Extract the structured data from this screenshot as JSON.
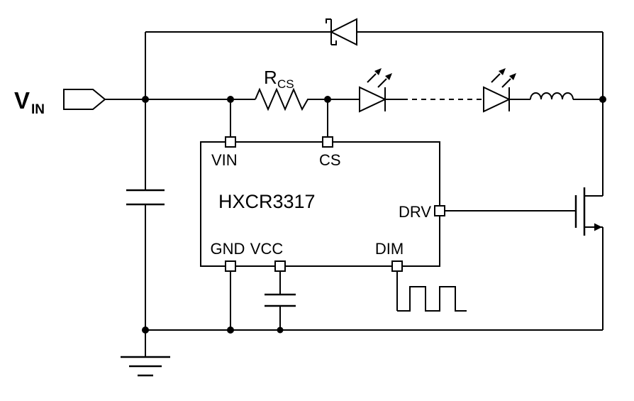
{
  "diagram": {
    "type": "application-circuit-schematic",
    "ic_name": "HXCR3317",
    "labels": {
      "input_main": "V",
      "input_sub": "IN",
      "resistor_main": "R",
      "resistor_sub": "CS",
      "ic_name": "HXCR3317",
      "pin_vin": "VIN",
      "pin_cs": "CS",
      "pin_drv": "DRV",
      "pin_gnd": "GND",
      "pin_vcc": "VCC",
      "pin_dim": "DIM"
    },
    "components": [
      "vin-input-terminal",
      "input-capacitor",
      "freewheeling-schottky-diode",
      "current-sense-resistor-rcs",
      "led-string",
      "inductor",
      "nmos-switch",
      "ic-hxcr3317",
      "vcc-capacitor",
      "pwm-dimming-waveform",
      "earth-ground"
    ],
    "colors": {
      "line": "#000000",
      "text": "#000000",
      "background": "#ffffff"
    }
  }
}
